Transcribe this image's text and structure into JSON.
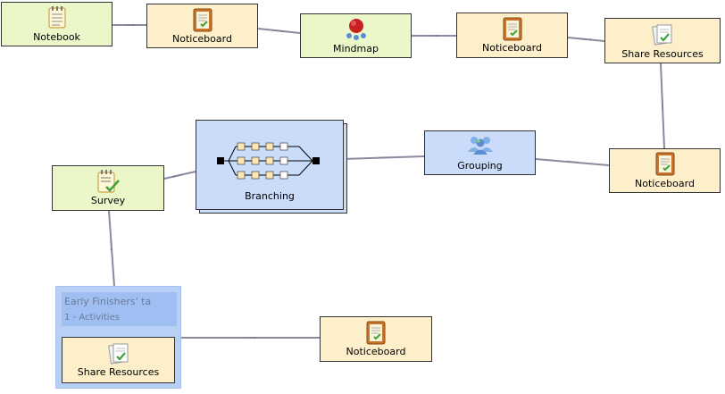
{
  "activities": {
    "notebook": "Notebook",
    "noticeboard_1": "Noticeboard",
    "mindmap": "Mindmap",
    "noticeboard_2": "Noticeboard",
    "share_resources_1": "Share Resources",
    "noticeboard_3": "Noticeboard",
    "grouping": "Grouping",
    "branching": "Branching",
    "survey": "Survey",
    "share_resources_2": "Share Resources",
    "noticeboard_4": "Noticeboard"
  },
  "optional_container": {
    "title": "Early Finishers' ta",
    "subtitle": "1 - Activities"
  },
  "colors": {
    "tool_green": "#ebf7c9",
    "tool_cream": "#fcefc9",
    "branch_blue": "#cbdcfb",
    "optional_blue": "#b8d0f5",
    "connector": "#8a8aa0"
  },
  "icons": [
    "notebook-icon",
    "noticeboard-icon",
    "mindmap-icon",
    "share-resources-icon",
    "grouping-icon",
    "branching-icon",
    "survey-icon"
  ]
}
